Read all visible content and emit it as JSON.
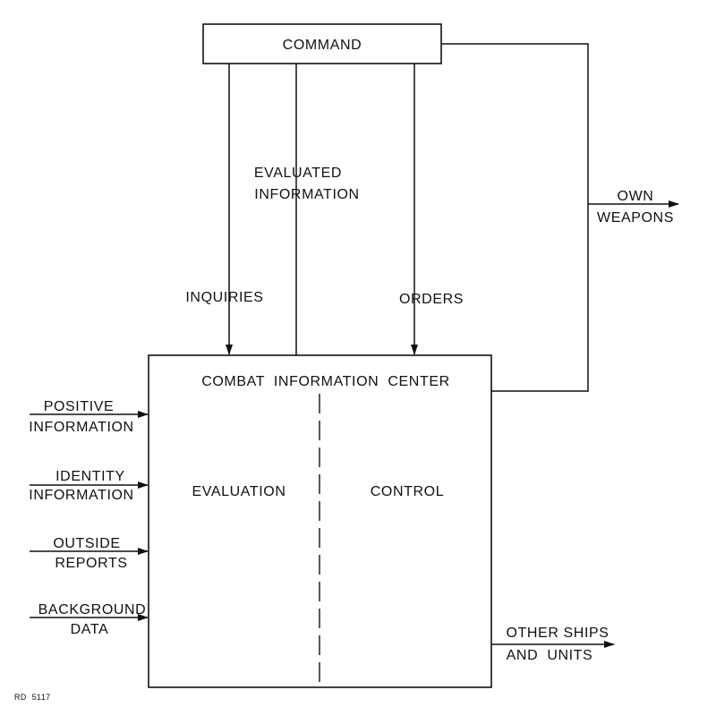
{
  "nodes": {
    "command": "COMMAND",
    "cic": "COMBAT  INFORMATION  CENTER",
    "evaluation": "EVALUATION",
    "control": "CONTROL"
  },
  "flows": {
    "evaluated_information": [
      "EVALUATED",
      "INFORMATION"
    ],
    "inquiries": "INQUIRIES",
    "orders": "ORDERS",
    "own_weapons": [
      "OWN",
      "WEAPONS"
    ],
    "other_ships": [
      "OTHER SHIPS",
      "AND  UNITS"
    ]
  },
  "inputs": {
    "positive": [
      "POSITIVE",
      "INFORMATION"
    ],
    "identity": [
      "IDENTITY",
      "INFORMATION"
    ],
    "outside": [
      "OUTSIDE",
      "REPORTS"
    ],
    "background": [
      "BACKGROUND",
      "DATA"
    ]
  },
  "figure_id": "RD  5117",
  "colors": {
    "ink": "#111111",
    "paper": "#ffffff"
  }
}
